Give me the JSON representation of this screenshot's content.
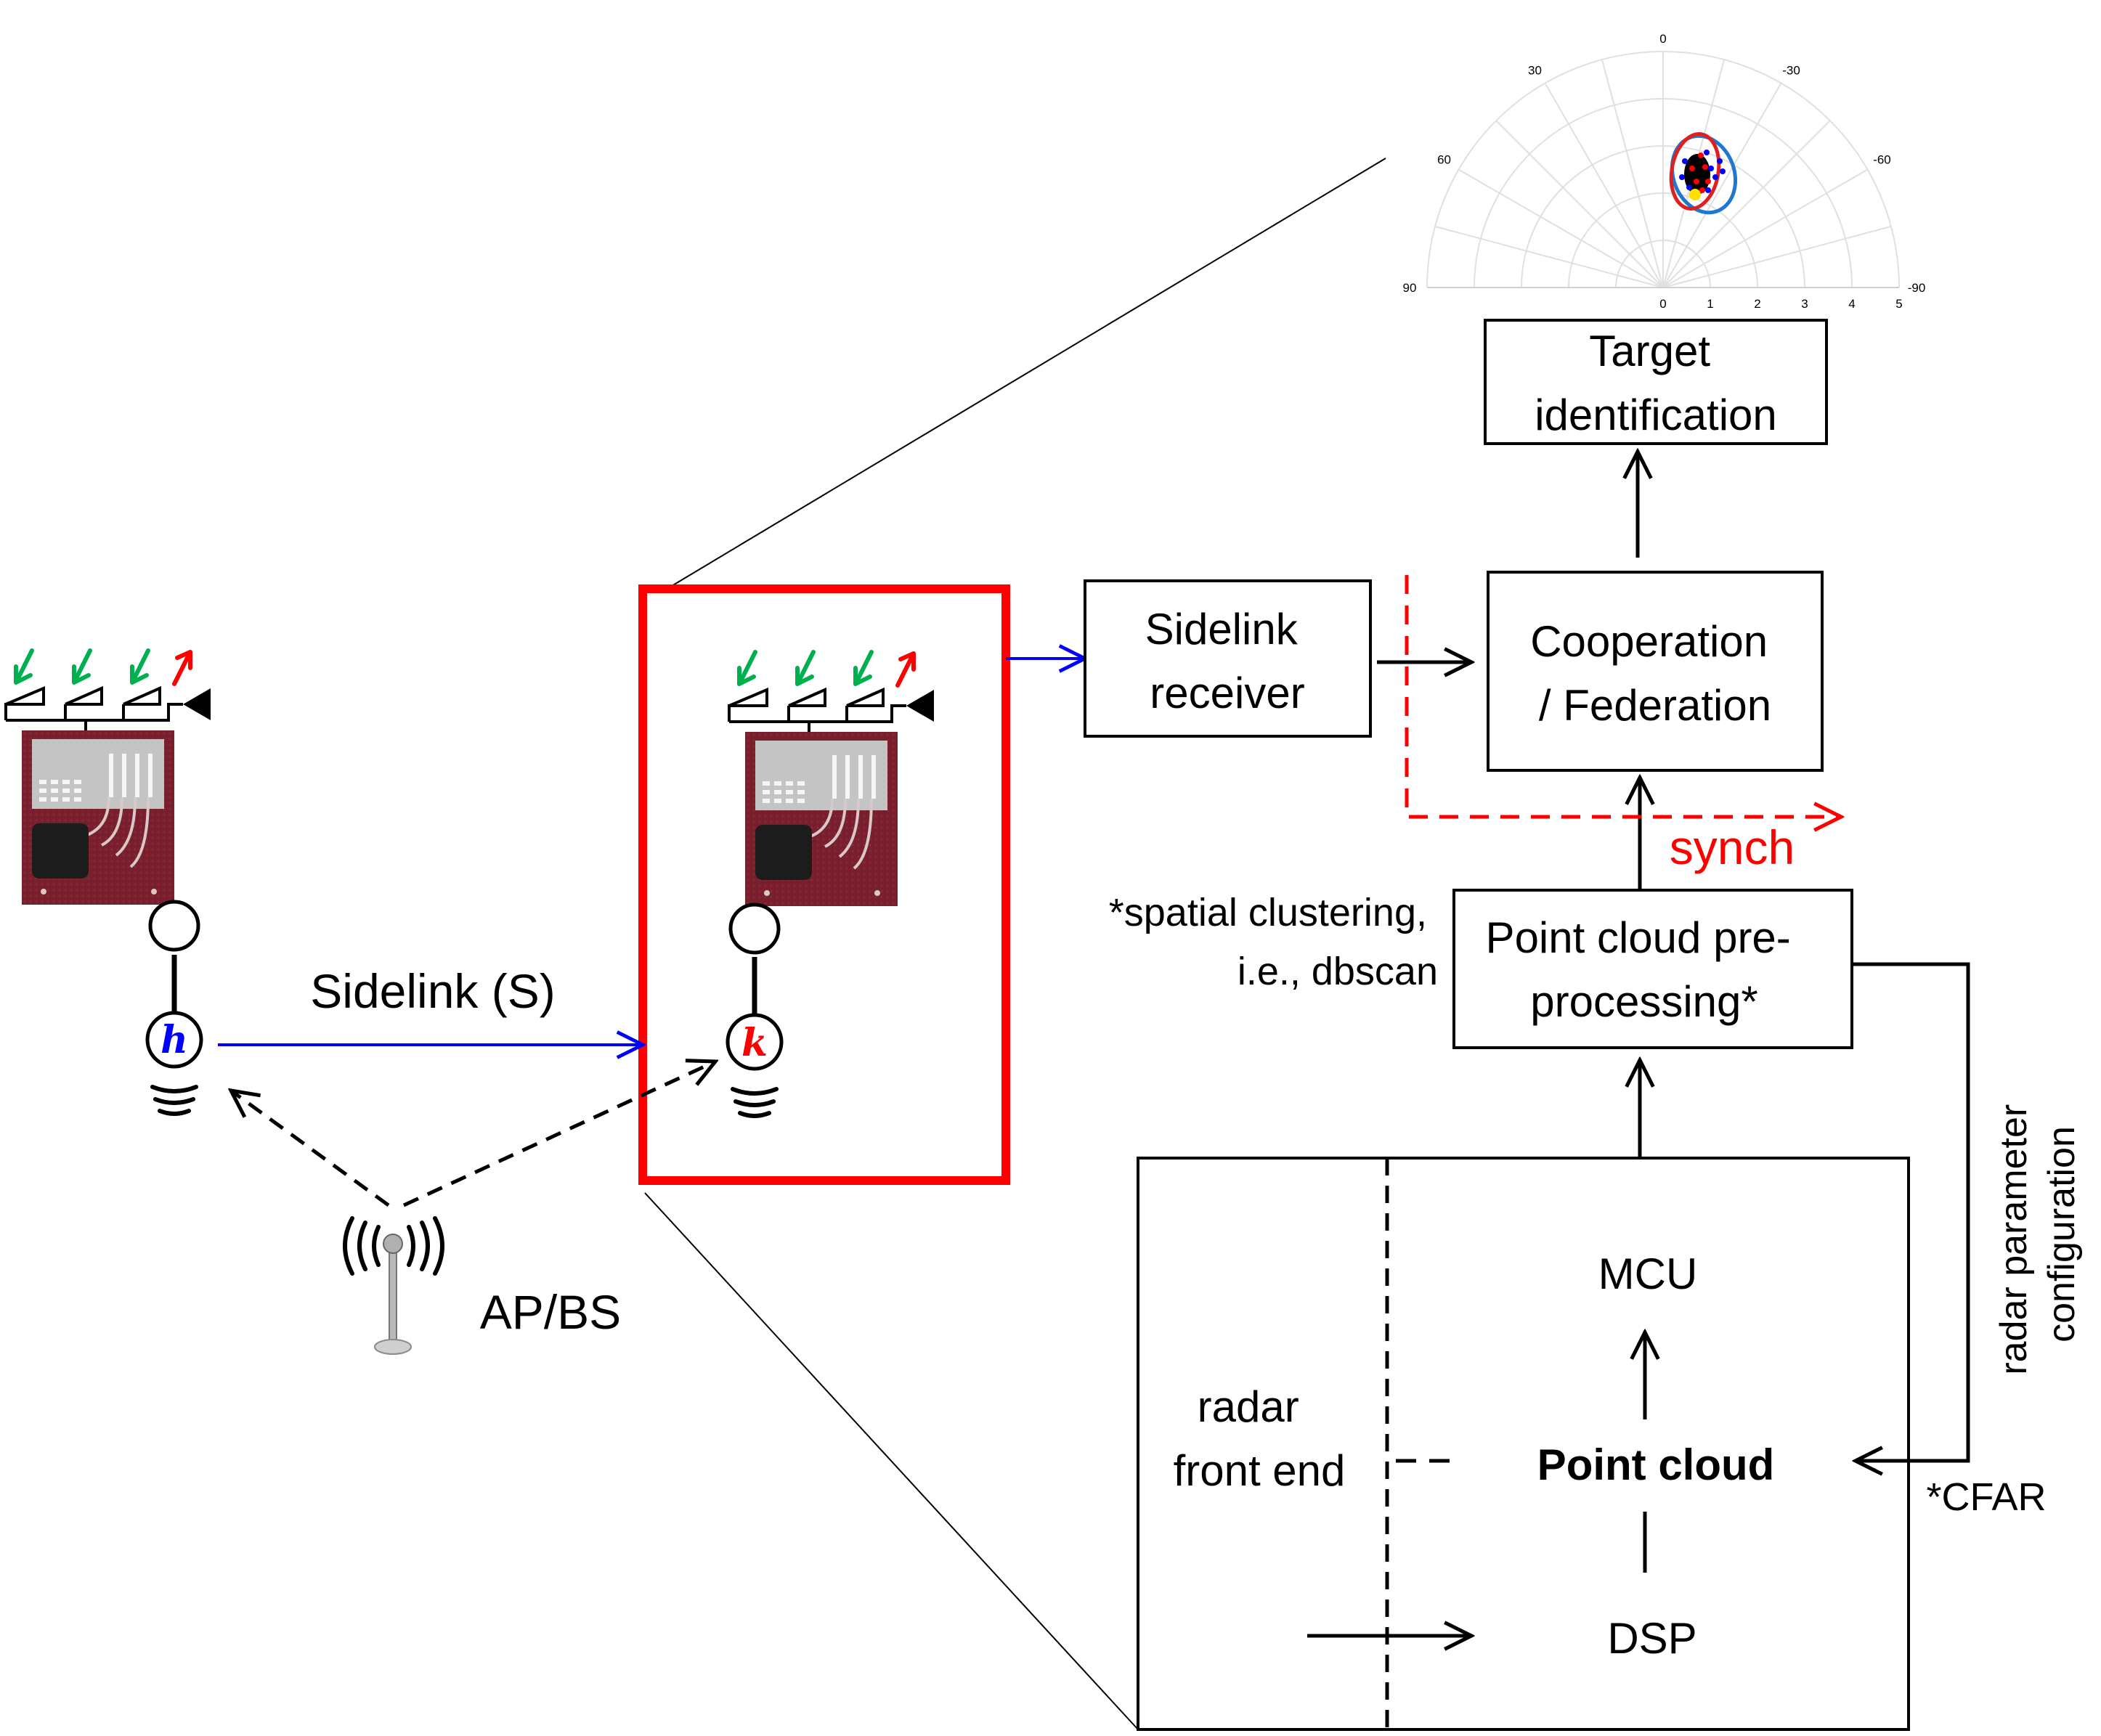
{
  "polar": {
    "angle_labels": [
      "0",
      "30",
      "-30",
      "60",
      "-60",
      "90",
      "-90"
    ],
    "radius_labels": [
      "0",
      "1",
      "2",
      "3",
      "4",
      "5"
    ]
  },
  "nodes": {
    "h_symbol": "h",
    "k_symbol": "k"
  },
  "links": {
    "sidelink_label": "Sidelink (S)",
    "ap_label": "AP/BS"
  },
  "boxes": {
    "target_identification": [
      "Target",
      "identification"
    ],
    "sidelink_receiver": [
      "Sidelink",
      "receiver"
    ],
    "cooperation": [
      "Cooperation",
      "/ Federation"
    ],
    "point_cloud_pre": [
      "Point cloud pre-",
      "processing*"
    ],
    "radar_front_end": [
      "radar",
      "front end"
    ],
    "mcu": "MCU",
    "point_cloud": "Point cloud",
    "dsp": "DSP"
  },
  "annotations": {
    "synch": "synch",
    "spatial_clustering": [
      "*spatial clustering,",
      "i.e., dbscan"
    ],
    "radar_param": [
      "radar parameter",
      "configuration"
    ],
    "cfar": "*CFAR"
  },
  "colors": {
    "sidelink_blue": "#0000ff",
    "highlight_red": "#ff0000",
    "arrow_green": "#00b050",
    "pcb_red": "#7a1f2e",
    "pcb_silver": "#c4c4c4",
    "chip_black": "#1c1c1c"
  }
}
